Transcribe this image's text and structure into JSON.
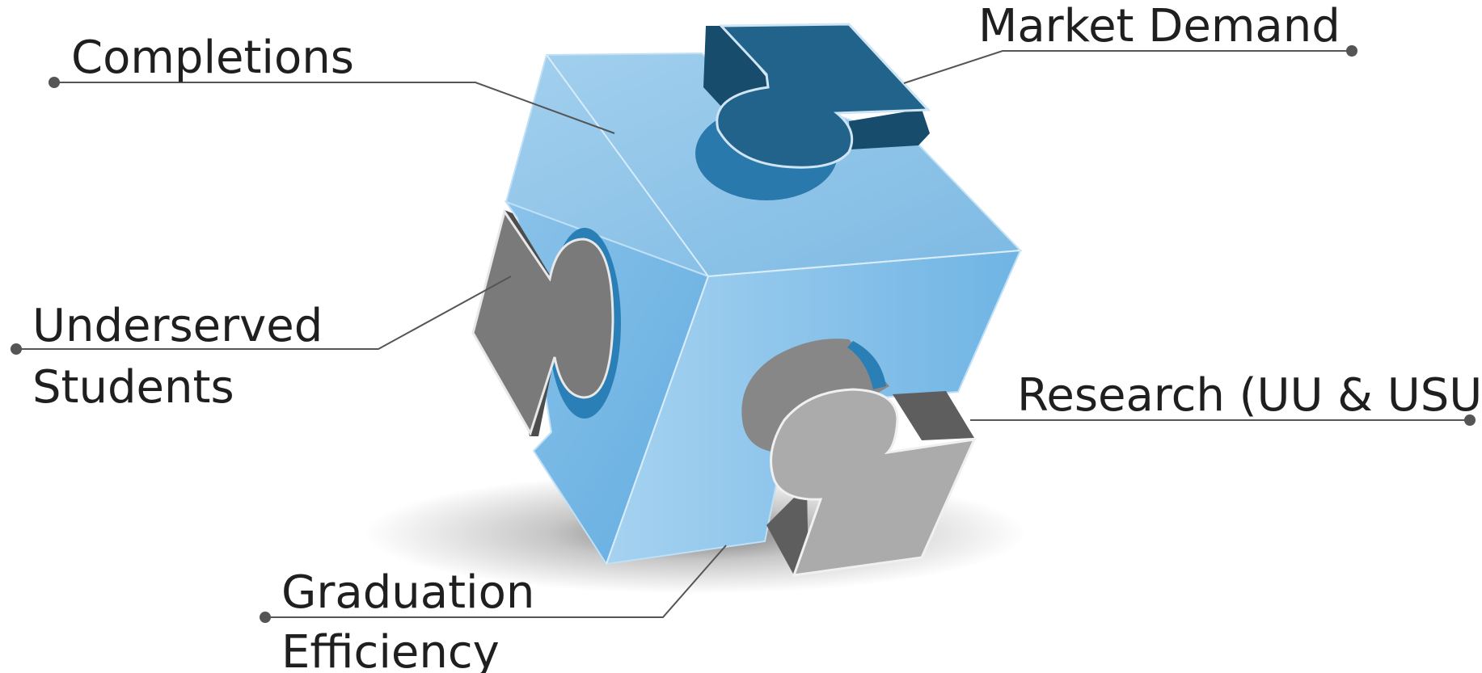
{
  "labels": {
    "completions": "Completions",
    "market_demand": "Market Demand",
    "underserved_line1": "Underserved",
    "underserved_line2": "Students",
    "research": "Research (UU & USU)",
    "graduation_line1": "Graduation",
    "graduation_line2": "Efficiency"
  },
  "colors": {
    "cube_top": "#93c6e9",
    "cube_left": "#78b6e3",
    "cube_right": "#8cc3eb",
    "dark_blue_piece": "#1f5f86",
    "dark_blue_side": "#164a6a",
    "gray_piece": "#7b7b7b",
    "gray_side": "#555555",
    "light_gray_piece": "#ababab",
    "socket_blue": "#2a7fb6",
    "leader_line": "#555555",
    "text": "#1f1f1f"
  }
}
